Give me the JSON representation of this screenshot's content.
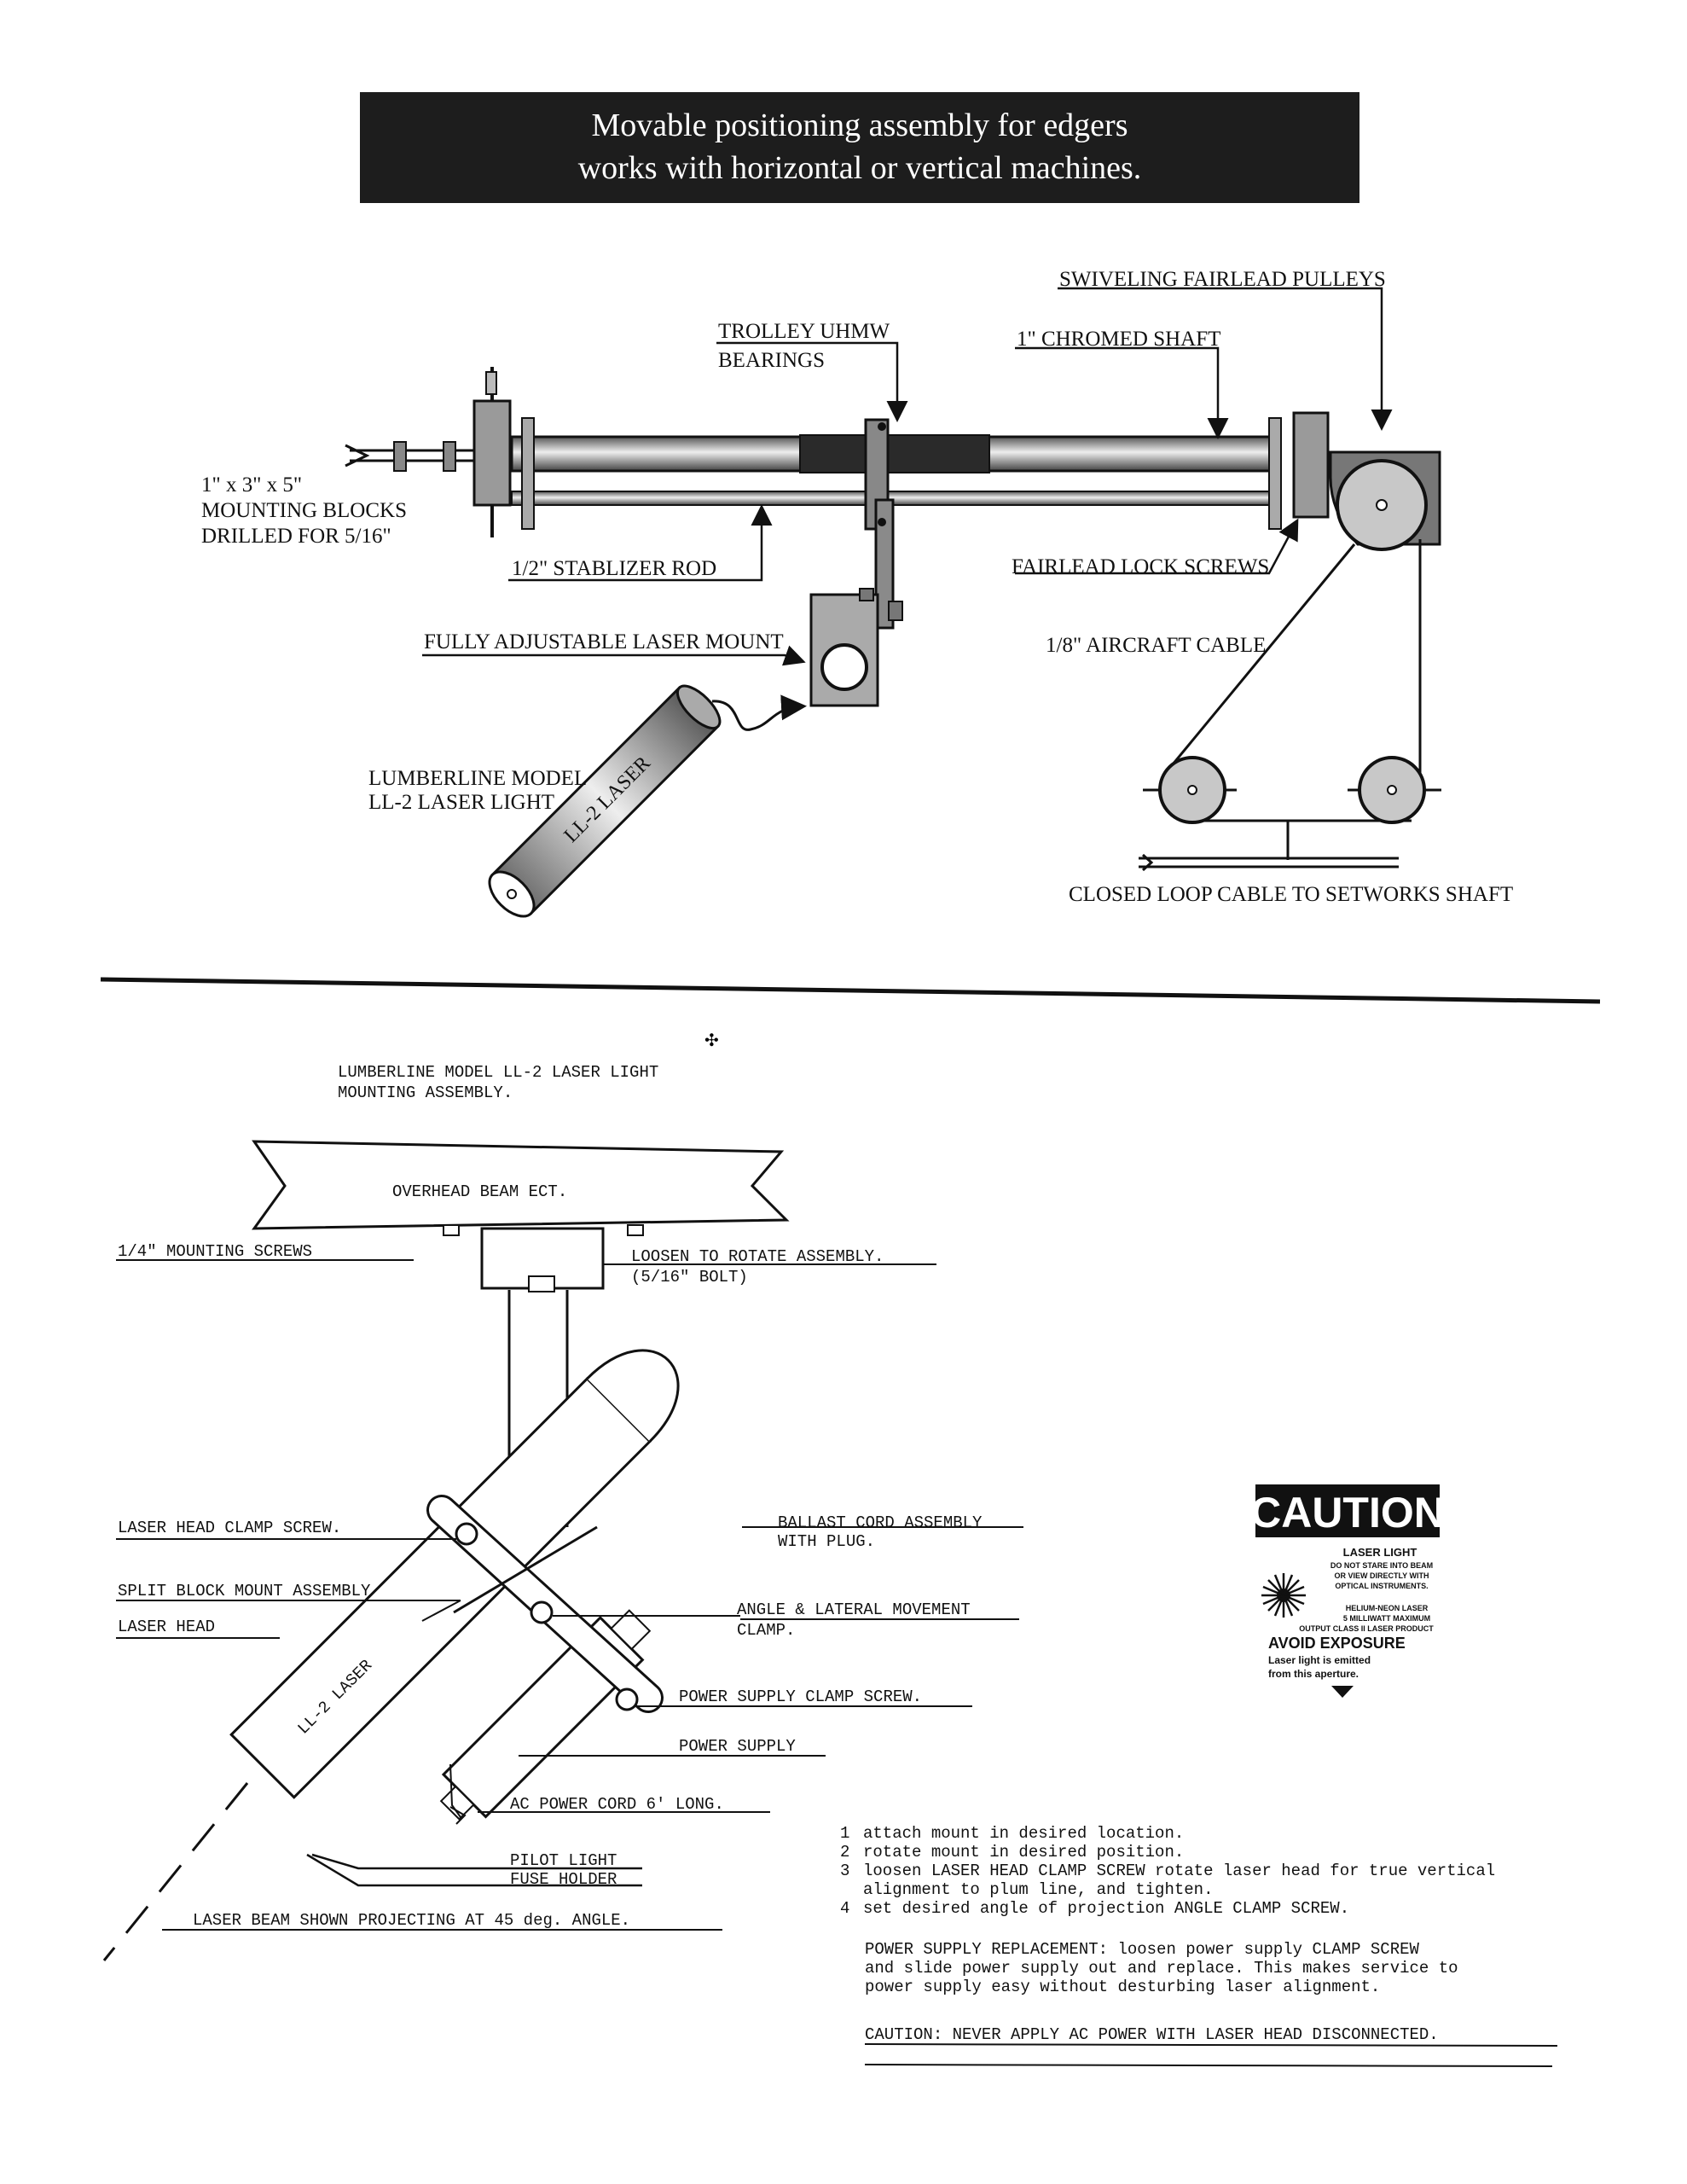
{
  "banner": {
    "line1": "Movable positioning assembly for edgers",
    "line2": "works with horizontal or vertical machines."
  },
  "top_diagram": {
    "swiveling_fairlead_pulleys": "SWIVELING FAIRLEAD PULLEYS",
    "trolley_line1": "TROLLEY UHMW",
    "trolley_line2": "BEARINGS",
    "chromed_shaft": "1\" CHROMED SHAFT",
    "mounting_line1": "1\" x 3\" x 5\"",
    "mounting_line2": "MOUNTING BLOCKS",
    "mounting_line3": "DRILLED FOR 5/16\"",
    "stablizer_rod": "1/2\" STABLIZER ROD",
    "fairlead_lock_screws": "FAIRLEAD LOCK SCREWS",
    "laser_mount": "FULLY ADJUSTABLE LASER MOUNT",
    "aircraft_cable": "1/8\" AIRCRAFT CABLE",
    "lumberline_line1": "LUMBERLINE MODEL",
    "lumberline_line2": "LL-2 LASER LIGHT",
    "laser_tube_text": "LL-2 LASER",
    "closed_loop": "CLOSED LOOP CABLE TO SETWORKS SHAFT"
  },
  "bottom_diagram": {
    "title_line1": "LUMBERLINE MODEL LL-2 LASER LIGHT",
    "title_line2": "MOUNTING ASSEMBLY.",
    "overhead_beam": "OVERHEAD BEAM ECT.",
    "mounting_screws": "1/4\" MOUNTING SCREWS",
    "loosen_line1": "LOOSEN TO ROTATE ASSEMBLY.",
    "loosen_line2": "(5/16\" BOLT)",
    "laser_head_clamp": "LASER HEAD CLAMP SCREW.",
    "ballast_line1": "BALLAST CORD ASSEMBLY",
    "ballast_line2": "WITH PLUG.",
    "split_block": "SPLIT BLOCK MOUNT ASSEMBLY",
    "angle_line1": "ANGLE & LATERAL MOVEMENT",
    "angle_line2": "CLAMP.",
    "laser_head": "LASER HEAD",
    "laser_tube_text": "LL-2 LASER",
    "power_supply_clamp": "POWER SUPPLY CLAMP SCREW.",
    "power_supply": "POWER SUPPLY",
    "ac_power_cord": "AC POWER CORD 6' LONG.",
    "pilot_light": "PILOT LIGHT",
    "fuse_holder": "FUSE HOLDER",
    "laser_beam": "LASER BEAM SHOWN PROJECTING AT 45 deg. ANGLE."
  },
  "caution_label": {
    "heading": "CAUTION",
    "line1": "LASER LIGHT",
    "line2": "DO NOT STARE INTO BEAM",
    "line3": "OR VIEW DIRECTLY WITH",
    "line4": "OPTICAL INSTRUMENTS.",
    "line5": "HELIUM-NEON LASER",
    "line6": "5 MILLIWATT MAXIMUM",
    "line7": "OUTPUT CLASS II LASER PRODUCT",
    "line8": "AVOID EXPOSURE",
    "line9": "Laser light is emitted",
    "line10": "from this aperture."
  },
  "instructions": {
    "steps": [
      {
        "num": "1",
        "text": "attach mount in desired location."
      },
      {
        "num": "2",
        "text": "rotate mount in desired position."
      },
      {
        "num": "3",
        "text": "loosen LASER HEAD CLAMP SCREW rotate laser head for true vertical"
      },
      {
        "num": "",
        "text": "alignment to plum line, and tighten."
      },
      {
        "num": "4",
        "text": "set desired angle of projection ANGLE CLAMP SCREW."
      }
    ],
    "replacement_line1": "POWER SUPPLY REPLACEMENT: loosen power supply CLAMP SCREW",
    "replacement_line2": "and slide power supply out and replace. This makes service to",
    "replacement_line3": "power supply easy without desturbing laser alignment.",
    "caution_note": "CAUTION: NEVER APPLY AC POWER WITH LASER HEAD DISCONNECTED."
  }
}
